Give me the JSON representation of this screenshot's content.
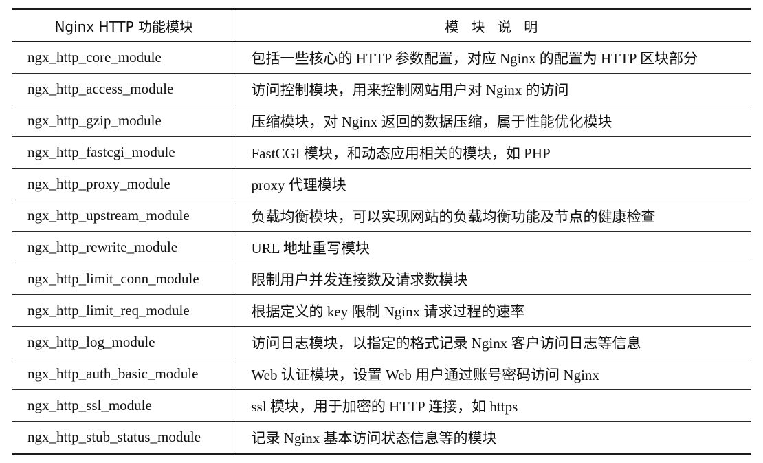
{
  "table": {
    "headers": [
      "Nginx HTTP 功能模块",
      "模 块 说 明"
    ],
    "rows": [
      {
        "name": "ngx_http_core_module",
        "desc": "包括一些核心的 HTTP 参数配置，对应 Nginx 的配置为 HTTP 区块部分"
      },
      {
        "name": "ngx_http_access_module",
        "desc": "访问控制模块，用来控制网站用户对 Nginx 的访问"
      },
      {
        "name": "ngx_http_gzip_module",
        "desc": "压缩模块，对 Nginx 返回的数据压缩，属于性能优化模块"
      },
      {
        "name": "ngx_http_fastcgi_module",
        "desc": "FastCGI 模块，和动态应用相关的模块，如 PHP"
      },
      {
        "name": "ngx_http_proxy_module",
        "desc": "proxy 代理模块"
      },
      {
        "name": "ngx_http_upstream_module",
        "desc": "负载均衡模块，可以实现网站的负载均衡功能及节点的健康检查"
      },
      {
        "name": "ngx_http_rewrite_module",
        "desc": "URL 地址重写模块"
      },
      {
        "name": "ngx_http_limit_conn_module",
        "desc": "限制用户并发连接数及请求数模块"
      },
      {
        "name": "ngx_http_limit_req_module",
        "desc": "根据定义的 key 限制 Nginx 请求过程的速率"
      },
      {
        "name": "ngx_http_log_module",
        "desc": "访问日志模块，以指定的格式记录 Nginx 客户访问日志等信息"
      },
      {
        "name": "ngx_http_auth_basic_module",
        "desc": "Web 认证模块，设置 Web 用户通过账号密码访问 Nginx"
      },
      {
        "name": "ngx_http_ssl_module",
        "desc": "ssl 模块，用于加密的 HTTP 连接，如 https"
      },
      {
        "name": "ngx_http_stub_status_module",
        "desc": "记录 Nginx 基本访问状态信息等的模块"
      }
    ]
  }
}
